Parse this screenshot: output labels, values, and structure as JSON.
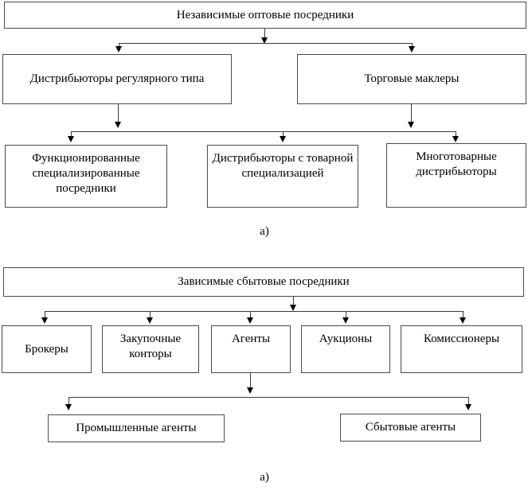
{
  "document": {
    "title": "Независимые оптовые посредники / Зависимые сбытовые посредники",
    "language": "ru"
  },
  "diagram_a_top": {
    "caption": "а)",
    "root": {
      "label": "Независимые оптовые посредники"
    },
    "level2": [
      {
        "label": "Дистрибьюторы регулярного типа"
      },
      {
        "label": "Торговые маклеры"
      }
    ],
    "level3": [
      {
        "label": "Функционированные специализированные посредники"
      },
      {
        "label": "Дистрибьюторы с товарной специализацией"
      },
      {
        "label": "Многотоварные дистрибьюторы"
      }
    ]
  },
  "diagram_a_bottom": {
    "caption": "а)",
    "root": {
      "label": "Зависимые сбытовые посредники"
    },
    "level2": [
      {
        "label": "Брокеры"
      },
      {
        "label": "Закупочные конторы"
      },
      {
        "label": "Агенты"
      },
      {
        "label": "Аукционы"
      },
      {
        "label": "Комиссионеры"
      }
    ],
    "level3": [
      {
        "label": "Промышленные агенты"
      },
      {
        "label": "Сбытовые агенты"
      }
    ]
  },
  "style": {
    "box_border_color": "#4a4a4a",
    "connector_color": "#3a3a3a",
    "arrow_color": "#000000",
    "text_color": "#000000",
    "background": "#ffffff"
  }
}
